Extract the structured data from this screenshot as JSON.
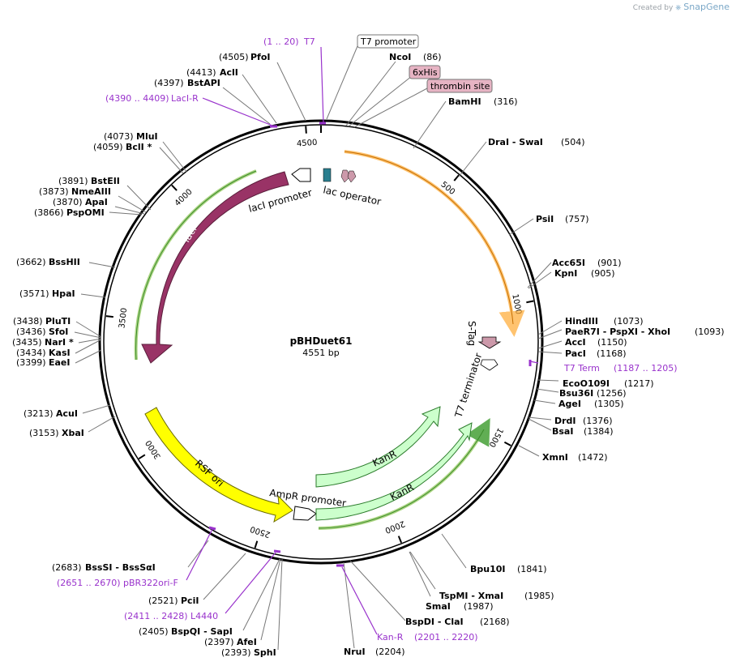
{
  "credit": {
    "prefix": "Created by",
    "brand": "SnapGene"
  },
  "plasmid": {
    "name": "pBHDuet61",
    "size_label": "4551 bp",
    "length": 4551
  },
  "colors": {
    "lacI": "#993366",
    "RSF_ori": "#ffff00",
    "KanR": "#ccffcc",
    "promoter": "#ffffff",
    "S_Tag": "#cc99aa",
    "lac_operator": "#2a7f8f",
    "tag_box": "#e6b3c3",
    "primer": "#9933cc",
    "orf_green": "#99cc66",
    "orf_orange": "#ffaa33"
  },
  "ticks": [
    {
      "pos": 500,
      "label": "500"
    },
    {
      "pos": 1000,
      "label": "1000"
    },
    {
      "pos": 1500,
      "label": "1500"
    },
    {
      "pos": 2000,
      "label": "2000"
    },
    {
      "pos": 2500,
      "label": "2500"
    },
    {
      "pos": 3000,
      "label": "3000"
    },
    {
      "pos": 3500,
      "label": "3500"
    },
    {
      "pos": 4000,
      "label": "4000"
    },
    {
      "pos": 4500,
      "label": "4500"
    }
  ],
  "features": [
    {
      "name": "lacI",
      "start": 3440,
      "end": 4390,
      "type": "arrow",
      "dir": -1,
      "color": "#993366",
      "label_inside": true
    },
    {
      "name": "lacI promoter",
      "start": 4420,
      "end": 4500,
      "type": "arrow",
      "dir": -1,
      "color": "#ffffff"
    },
    {
      "name": "lac operator",
      "start": 4540,
      "end": 4551,
      "type": "box",
      "color": "#2a7f8f"
    },
    {
      "name": "RSF ori",
      "start": 2530,
      "end": 3120,
      "type": "arrow",
      "dir": -1,
      "color": "#ffff00",
      "label_inside": true
    },
    {
      "name": "AmpR promoter",
      "start": 2390,
      "end": 2470,
      "type": "arrow",
      "dir": -1,
      "color": "#ffffff"
    },
    {
      "name": "KanR",
      "start": 1700,
      "end": 2370,
      "type": "arrow",
      "dir": -1,
      "color": "#ccffcc"
    },
    {
      "name": "KanR",
      "start": 1600,
      "end": 2300,
      "type": "arrow",
      "dir": -1,
      "color": "#ccffcc"
    },
    {
      "name": "S-Tag",
      "start": 1120,
      "end": 1170,
      "type": "arrow",
      "dir": 1,
      "color": "#cc99aa"
    },
    {
      "name": "T7 terminator",
      "start": 1190,
      "end": 1240,
      "type": "arrow",
      "dir": 1,
      "color": "#ffffff"
    }
  ],
  "enzymes": [
    {
      "name": "PfoI",
      "pos": "(4505)"
    },
    {
      "name": "AclI",
      "pos": "(4413)"
    },
    {
      "name": "BstAPI",
      "pos": "(4397)"
    },
    {
      "name": "MluI",
      "pos": "(4073)"
    },
    {
      "name": "BclI *",
      "pos": "(4059)"
    },
    {
      "name": "BstEII",
      "pos": "(3891)"
    },
    {
      "name": "NmeAIII",
      "pos": "(3873)"
    },
    {
      "name": "ApaI",
      "pos": "(3870)"
    },
    {
      "name": "PspOMI",
      "pos": "(3866)"
    },
    {
      "name": "BssHII",
      "pos": "(3662)"
    },
    {
      "name": "HpaI",
      "pos": "(3571)"
    },
    {
      "name": "PluTI",
      "pos": "(3438)"
    },
    {
      "name": "SfoI",
      "pos": "(3436)"
    },
    {
      "name": "NarI *",
      "pos": "(3435)"
    },
    {
      "name": "KasI",
      "pos": "(3434)"
    },
    {
      "name": "EaeI",
      "pos": "(3399)"
    },
    {
      "name": "AcuI",
      "pos": "(3213)"
    },
    {
      "name": "XbaI",
      "pos": "(3153)"
    },
    {
      "name": "BssSI - BssSαI",
      "pos": "(2683)"
    },
    {
      "name": "PciI",
      "pos": "(2521)"
    },
    {
      "name": "BspQI - SapI",
      "pos": "(2405)"
    },
    {
      "name": "AfeI",
      "pos": "(2397)"
    },
    {
      "name": "SphI",
      "pos": "(2393)"
    },
    {
      "name": "NruI",
      "pos": "(2204)"
    },
    {
      "name": "BspDI - ClaI",
      "pos": "(2168)"
    },
    {
      "name": "SmaI",
      "pos": "(1987)"
    },
    {
      "name": "TspMI - XmaI",
      "pos": "(1985)"
    },
    {
      "name": "Bpu10I",
      "pos": "(1841)"
    },
    {
      "name": "XmnI",
      "pos": "(1472)"
    },
    {
      "name": "BsaI",
      "pos": "(1384)"
    },
    {
      "name": "DrdI",
      "pos": "(1376)"
    },
    {
      "name": "AgeI",
      "pos": "(1305)"
    },
    {
      "name": "Bsu36I",
      "pos": "(1256)"
    },
    {
      "name": "EcoO109I",
      "pos": "(1217)"
    },
    {
      "name": "PacI",
      "pos": "(1168)"
    },
    {
      "name": "AccI",
      "pos": "(1150)"
    },
    {
      "name": "PaeR7I - PspXI - XhoI",
      "pos": "(1093)"
    },
    {
      "name": "HindIII",
      "pos": "(1073)"
    },
    {
      "name": "KpnI",
      "pos": "(905)"
    },
    {
      "name": "Acc65I",
      "pos": "(901)"
    },
    {
      "name": "PsiI",
      "pos": "(757)"
    },
    {
      "name": "DraI - SwaI",
      "pos": "(504)"
    },
    {
      "name": "BamHI",
      "pos": "(316)"
    },
    {
      "name": "NcoI",
      "pos": "(86)"
    }
  ],
  "primers": [
    {
      "name": "T7",
      "pos": "(1 .. 20)"
    },
    {
      "name": "LacI-R",
      "pos": "(4390 .. 4409)"
    },
    {
      "name": "T7 Term",
      "pos": "(1187 .. 1205)"
    },
    {
      "name": "pBR322ori-F",
      "pos": "(2651 .. 2670)"
    },
    {
      "name": "L4440",
      "pos": "(2411 .. 2428)"
    },
    {
      "name": "Kan-R",
      "pos": "(2201 .. 2220)"
    }
  ],
  "boxed_features": [
    {
      "name": "T7 promoter"
    },
    {
      "name": "6xHis"
    },
    {
      "name": "thrombin site"
    }
  ]
}
